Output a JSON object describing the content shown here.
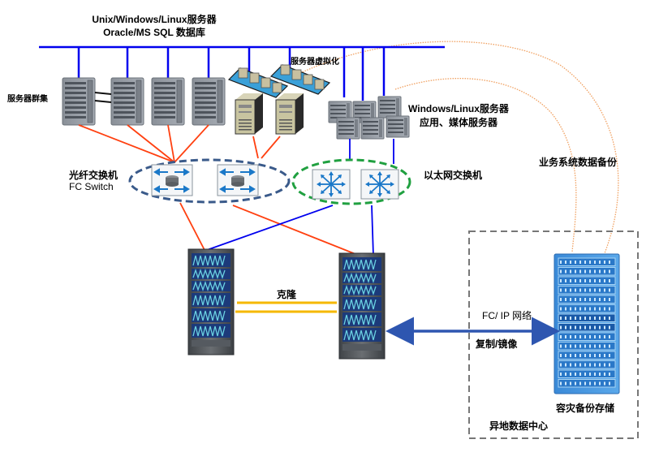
{
  "labels": {
    "top_servers_line1": "Unix/Windows/Linux服务器",
    "top_servers_line2": "Oracle/MS SQL 数据库",
    "server_cluster": "服务器群集",
    "server_virtualization": "服务器虚拟化",
    "app_servers_line1": "Windows/Linux服务器",
    "app_servers_line2": "应用、媒体服务器",
    "fc_switch_cn": "光纤交换机",
    "fc_switch_en": "FC Switch",
    "ethernet_switch": "以太网交换机",
    "business_backup": "业务系统数据备份",
    "clone": "克隆",
    "fc_ip_network": "FC/ IP 网络",
    "replication": "复制/镜像",
    "dr_storage": "容灾备份存储",
    "remote_datacenter": "异地数据中心"
  },
  "colors": {
    "ethernet_link": "#0000ee",
    "fc_link": "#ff4010",
    "clone_link": "#f5b800",
    "replication_link": "#2e56b0",
    "backup_arc": "#f0a060",
    "fc_group_outline": "#3a5a8a",
    "eth_group_outline": "#20a040",
    "remote_box_outline": "#777777"
  }
}
